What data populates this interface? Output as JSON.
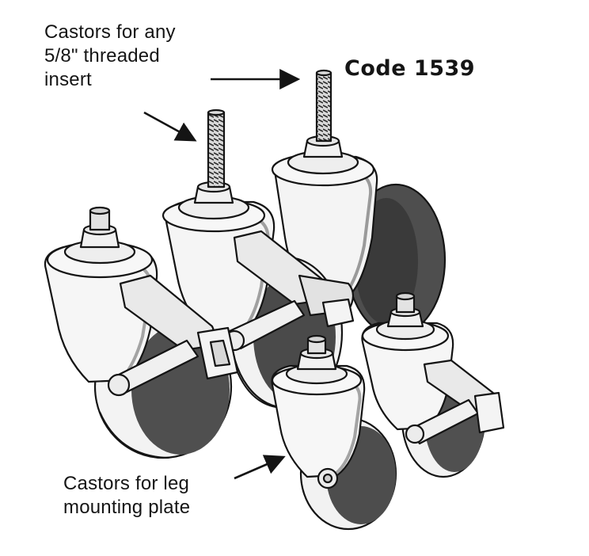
{
  "labels": {
    "threaded_insert": [
      "Castors for any",
      "5/8\" threaded",
      "insert"
    ],
    "code": "Code 1539",
    "mounting_plate": [
      "Castors for leg",
      "mounting plate"
    ]
  },
  "colors": {
    "ink": "#141414",
    "wheel": "#4e4e4e",
    "wheel_dark": "#2e2e2e",
    "metal": "#f2f2f2",
    "shade": "#bdbdbd"
  }
}
